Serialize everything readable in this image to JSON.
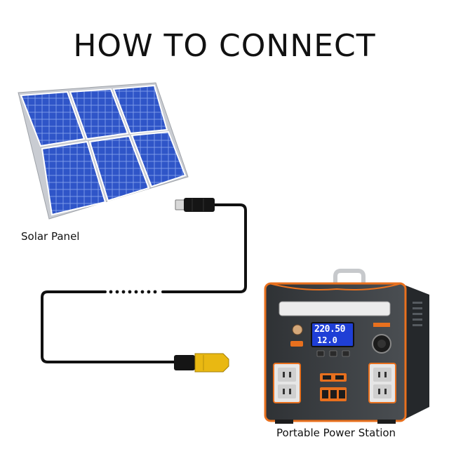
{
  "title": "HOW TO CONNECT",
  "labels": {
    "solar_panel": "Solar Panel",
    "power_station": "Portable Power Station"
  },
  "display": {
    "ac_value": "220.50",
    "dc_value": "12.0"
  },
  "colors": {
    "panel_cell": "#2f55c8",
    "panel_frame": "#c9ccd2",
    "cable": "#111111",
    "station_body": "#3a3d40",
    "station_trim": "#e8701e",
    "lcd": "#1f3fd6"
  }
}
